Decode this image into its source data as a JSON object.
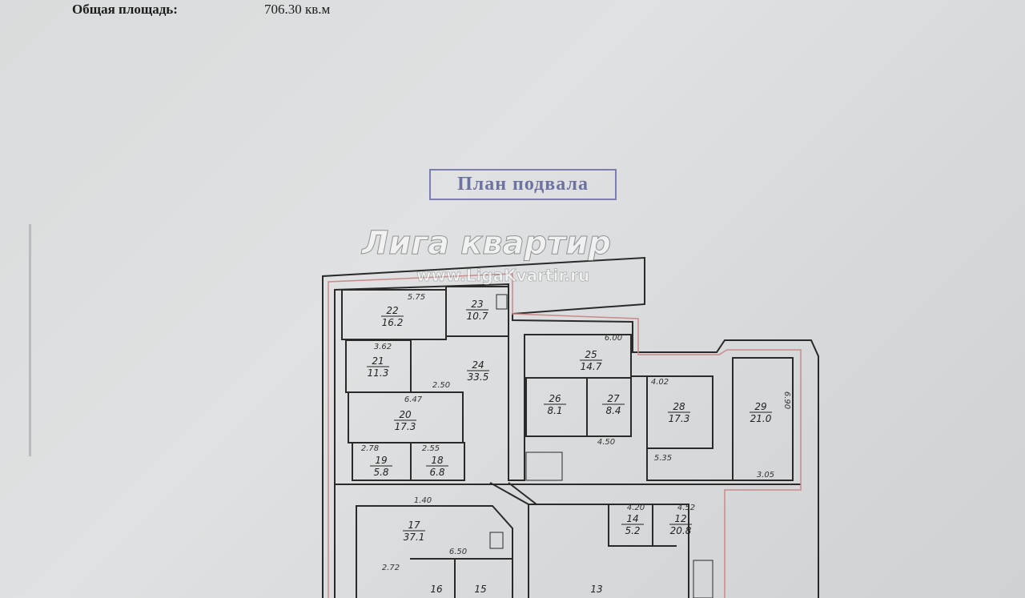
{
  "header": {
    "label": "Общая площадь:",
    "value": "706.30 кв.м"
  },
  "stamp": {
    "title": "План подвала"
  },
  "watermark": {
    "brand": "Лига квартир",
    "url": "www.LigaKvartir.ru"
  },
  "rooms": [
    {
      "number": "22",
      "area": "16.2"
    },
    {
      "number": "23",
      "area": "10.7"
    },
    {
      "number": "21",
      "area": "11.3"
    },
    {
      "number": "24",
      "area": "33.5"
    },
    {
      "number": "20",
      "area": "17.3"
    },
    {
      "number": "19",
      "area": "5.8"
    },
    {
      "number": "18",
      "area": "6.8"
    },
    {
      "number": "25",
      "area": "14.7"
    },
    {
      "number": "26",
      "area": "8.1"
    },
    {
      "number": "27",
      "area": "8.4"
    },
    {
      "number": "28",
      "area": "17.3"
    },
    {
      "number": "29",
      "area": "21.0"
    },
    {
      "number": "17",
      "area": "37.1"
    },
    {
      "number": "16",
      "area": ""
    },
    {
      "number": "15",
      "area": ""
    },
    {
      "number": "14",
      "area": "5.2"
    },
    {
      "number": "13",
      "area": ""
    },
    {
      "number": "12",
      "area": "20.8"
    }
  ],
  "dimensions": [
    "5.75",
    "3.62",
    "2.50",
    "6.47",
    "2.78",
    "2.55",
    "6.00",
    "4.50",
    "4.02",
    "5.35",
    "3.05",
    "6.90",
    "2.72",
    "6.50",
    "1.40",
    "4.20",
    "4.52"
  ]
}
